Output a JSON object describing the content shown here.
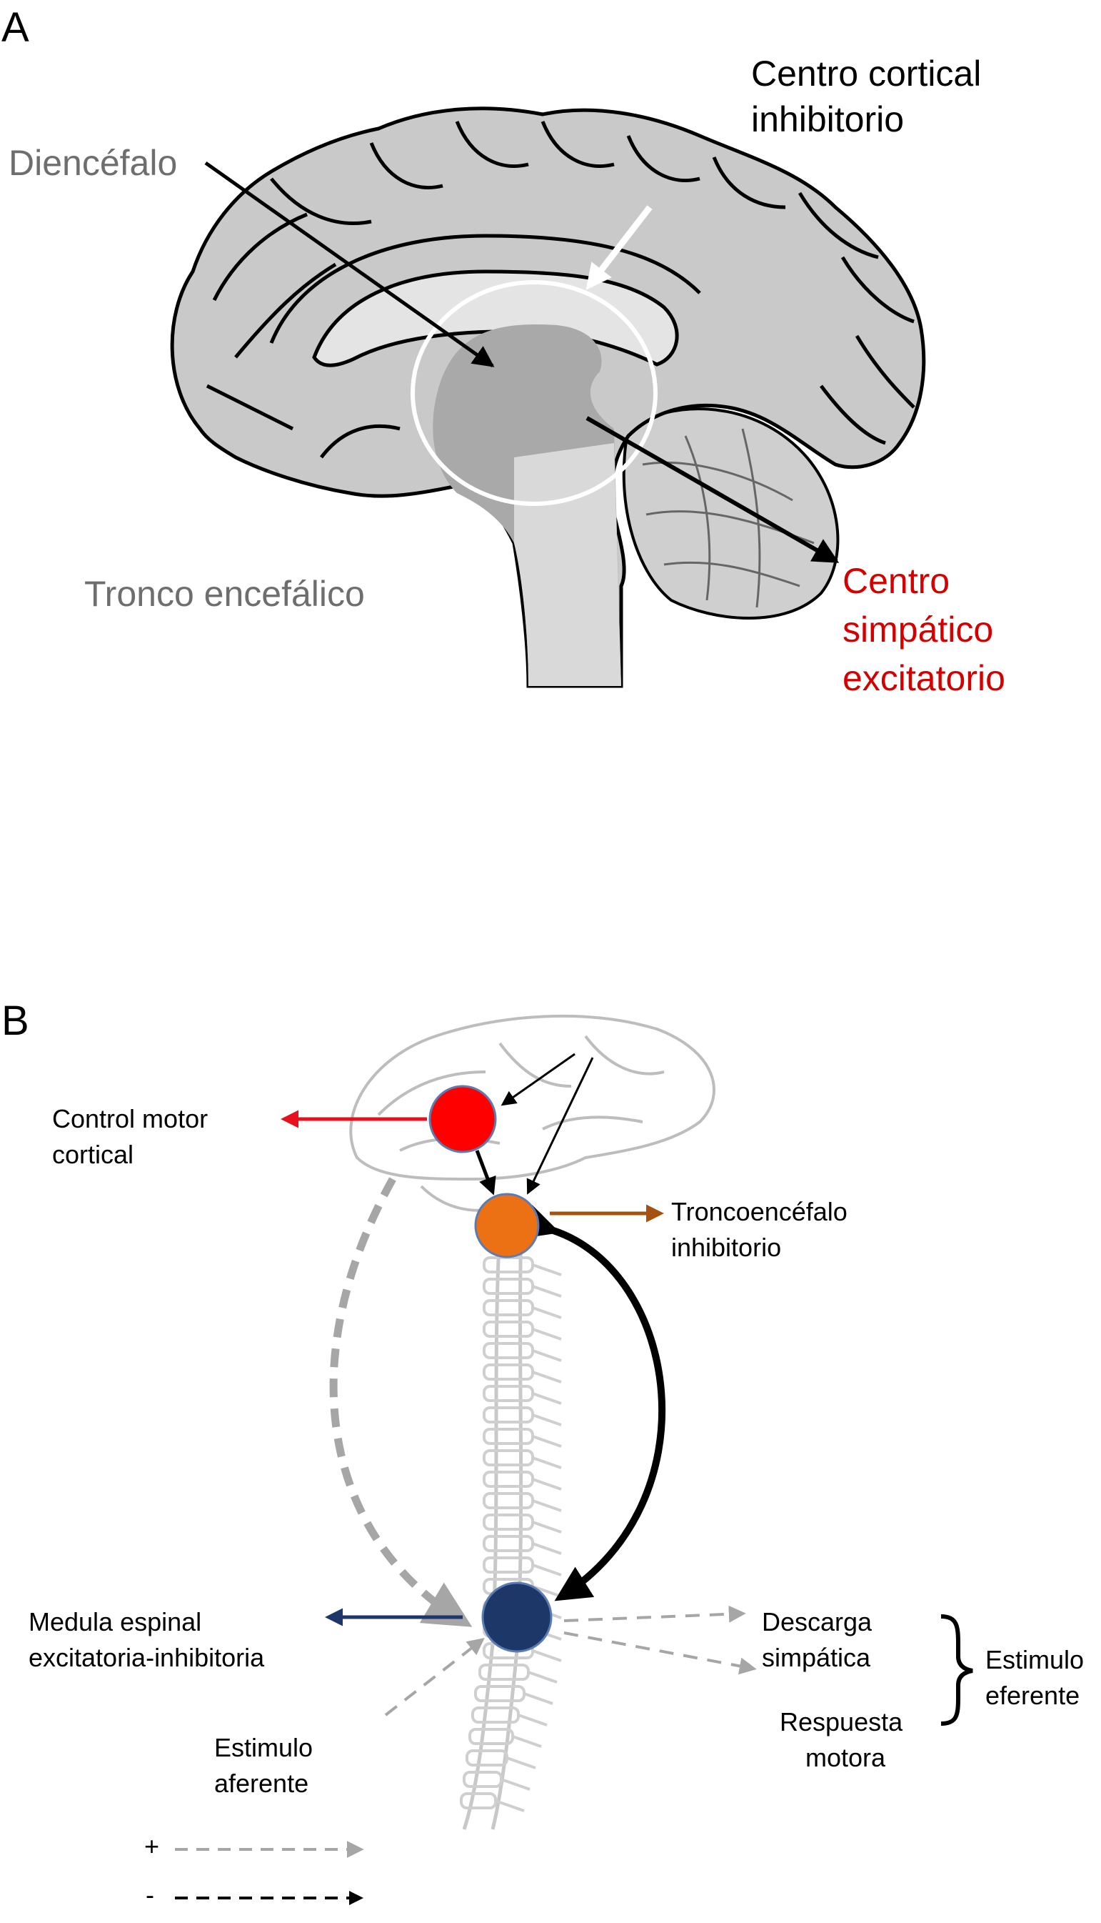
{
  "panel_a": {
    "letter": "A",
    "labels": {
      "cortical_center": [
        "Centro cortical",
        "inhibitorio"
      ],
      "diencephalon": "Diencéfalo",
      "brainstem": "Tronco encefálico",
      "sympathetic_center": [
        "Centro",
        "simpático",
        "excitatorio"
      ]
    },
    "colors": {
      "gray_label": "#6e6e6e",
      "red_label": "#d40000",
      "brain_fill": "#c9c9c9",
      "diencephalon_fill": "#a9a9a9",
      "outline": "#000000",
      "highlight_circle": "#ffffff"
    }
  },
  "panel_b": {
    "letter": "B",
    "labels": {
      "cortical_motor": [
        "Control motor",
        "cortical"
      ],
      "brainstem_inhibitory": [
        "Troncoencéfalo",
        "inhibitorio"
      ],
      "spinal_cord": [
        "Medula espinal",
        "excitatoria-inhibitoria"
      ],
      "sympathetic_discharge": [
        "Descarga",
        "simpática"
      ],
      "motor_response": [
        "Respuesta",
        "motora"
      ],
      "efferent_stimulus": [
        "Estimulo",
        "eferente"
      ],
      "afferent_stimulus": [
        "Estimulo",
        "aferente"
      ]
    },
    "legend": {
      "plus": "+",
      "minus": "-"
    },
    "colors": {
      "cortical_node": "#ff0000",
      "brainstem_node": "#ec7014",
      "spinal_node": "#1c3768",
      "cortical_arrow": "#e8101c",
      "brainstem_arrow": "#a4520d",
      "spinal_arrow": "#1c3768",
      "excitatory_dashed": "#a6a6a6",
      "inhibitory_solid": "#000000",
      "sketch": "#bdbdbd"
    }
  }
}
